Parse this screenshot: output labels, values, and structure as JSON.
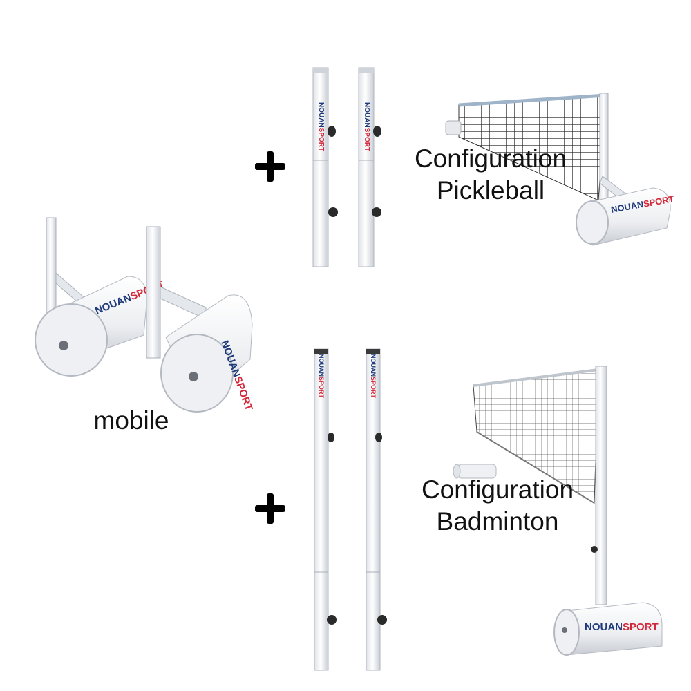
{
  "brand": {
    "name_part1": "NOUAN",
    "name_part2": "SPORT",
    "color_primary": "#1f3a7a",
    "color_accent": "#d2283a"
  },
  "labels": {
    "mobile": "mobile",
    "pickleball_line1": "Configuration",
    "pickleball_line2": "Pickleball",
    "badminton_line1": "Configuration",
    "badminton_line2": "Badminton"
  },
  "colors": {
    "post": "#f4f5f7",
    "post_edge": "#b9bec6",
    "roller": "#eef0f2",
    "knob": "#2a2a2a",
    "net": "#2b2b2b",
    "background": "#ffffff"
  }
}
